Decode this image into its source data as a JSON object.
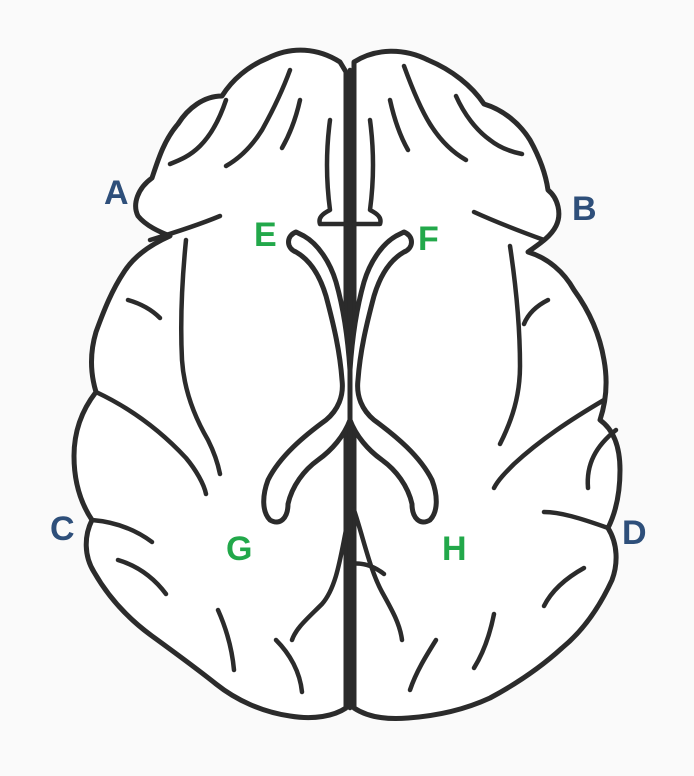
{
  "labels": {
    "A": "A",
    "B": "B",
    "C": "C",
    "D": "D",
    "E": "E",
    "F": "F",
    "G": "G",
    "H": "H"
  },
  "colors": {
    "outer_label": "#2e4f7a",
    "inner_label": "#22a84a",
    "outline": "#2b2b2b",
    "background": "#fafafa"
  }
}
